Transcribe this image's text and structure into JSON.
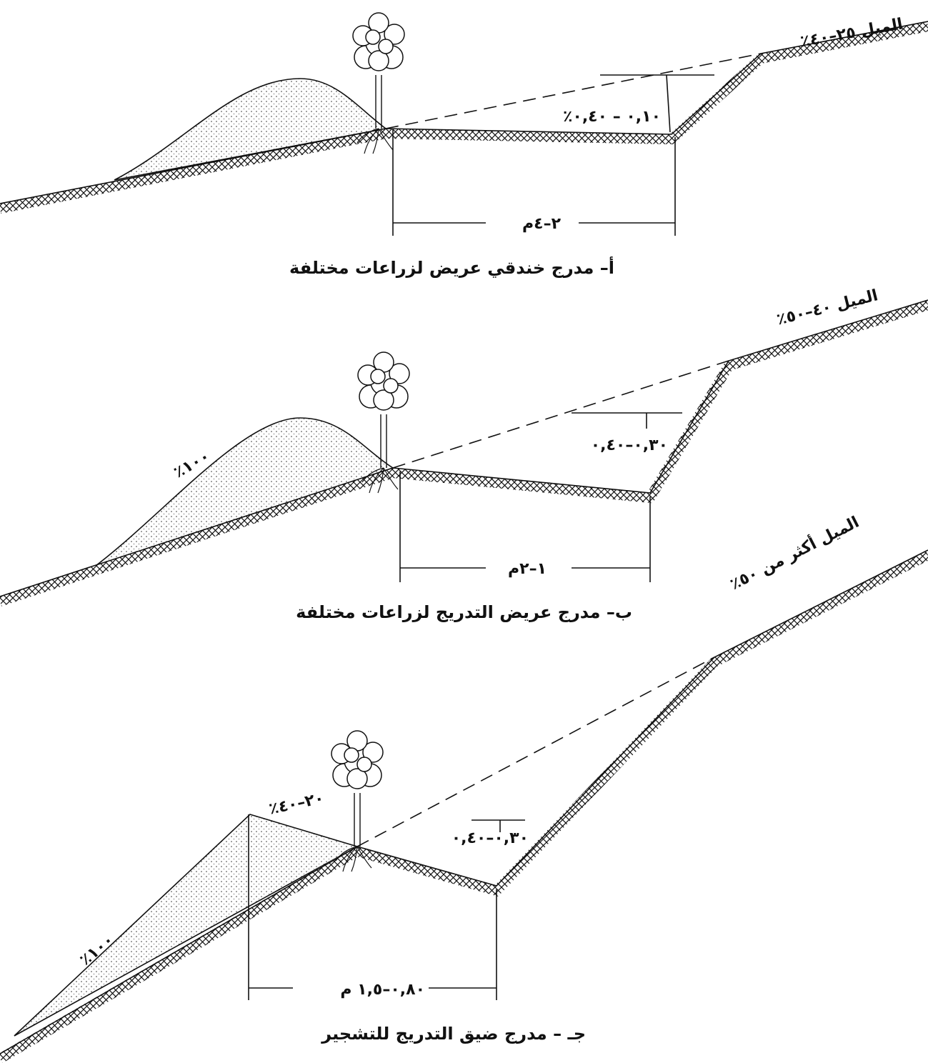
{
  "panels": [
    {
      "slope": "الميل ٢٥–٤٠٪",
      "height": "٠,١٠ – ٠,٤٠٪",
      "width": "٢–٤م",
      "caption": "أ– مدرج خندقي عريض لزراعات مختلفة"
    },
    {
      "slope": "الميل ٤٠–٥٠٪",
      "height": "٠,٣٠–٠,٤٠",
      "bank": "١٠٠٪",
      "width": "١–٢م",
      "caption": "ب– مدرج عريض التدريج لزراعات مختلفة"
    },
    {
      "slope": "الميل أكثر من ٥٠٪",
      "top": "٢٠–٤٠٪",
      "height": "٠,٣٠–٠,٤٠",
      "bank": "١٠٠٪",
      "width": "٠,٨٠–١,٥ م",
      "caption": "جـ – مدرج ضيق التدريج للتشجير"
    }
  ]
}
